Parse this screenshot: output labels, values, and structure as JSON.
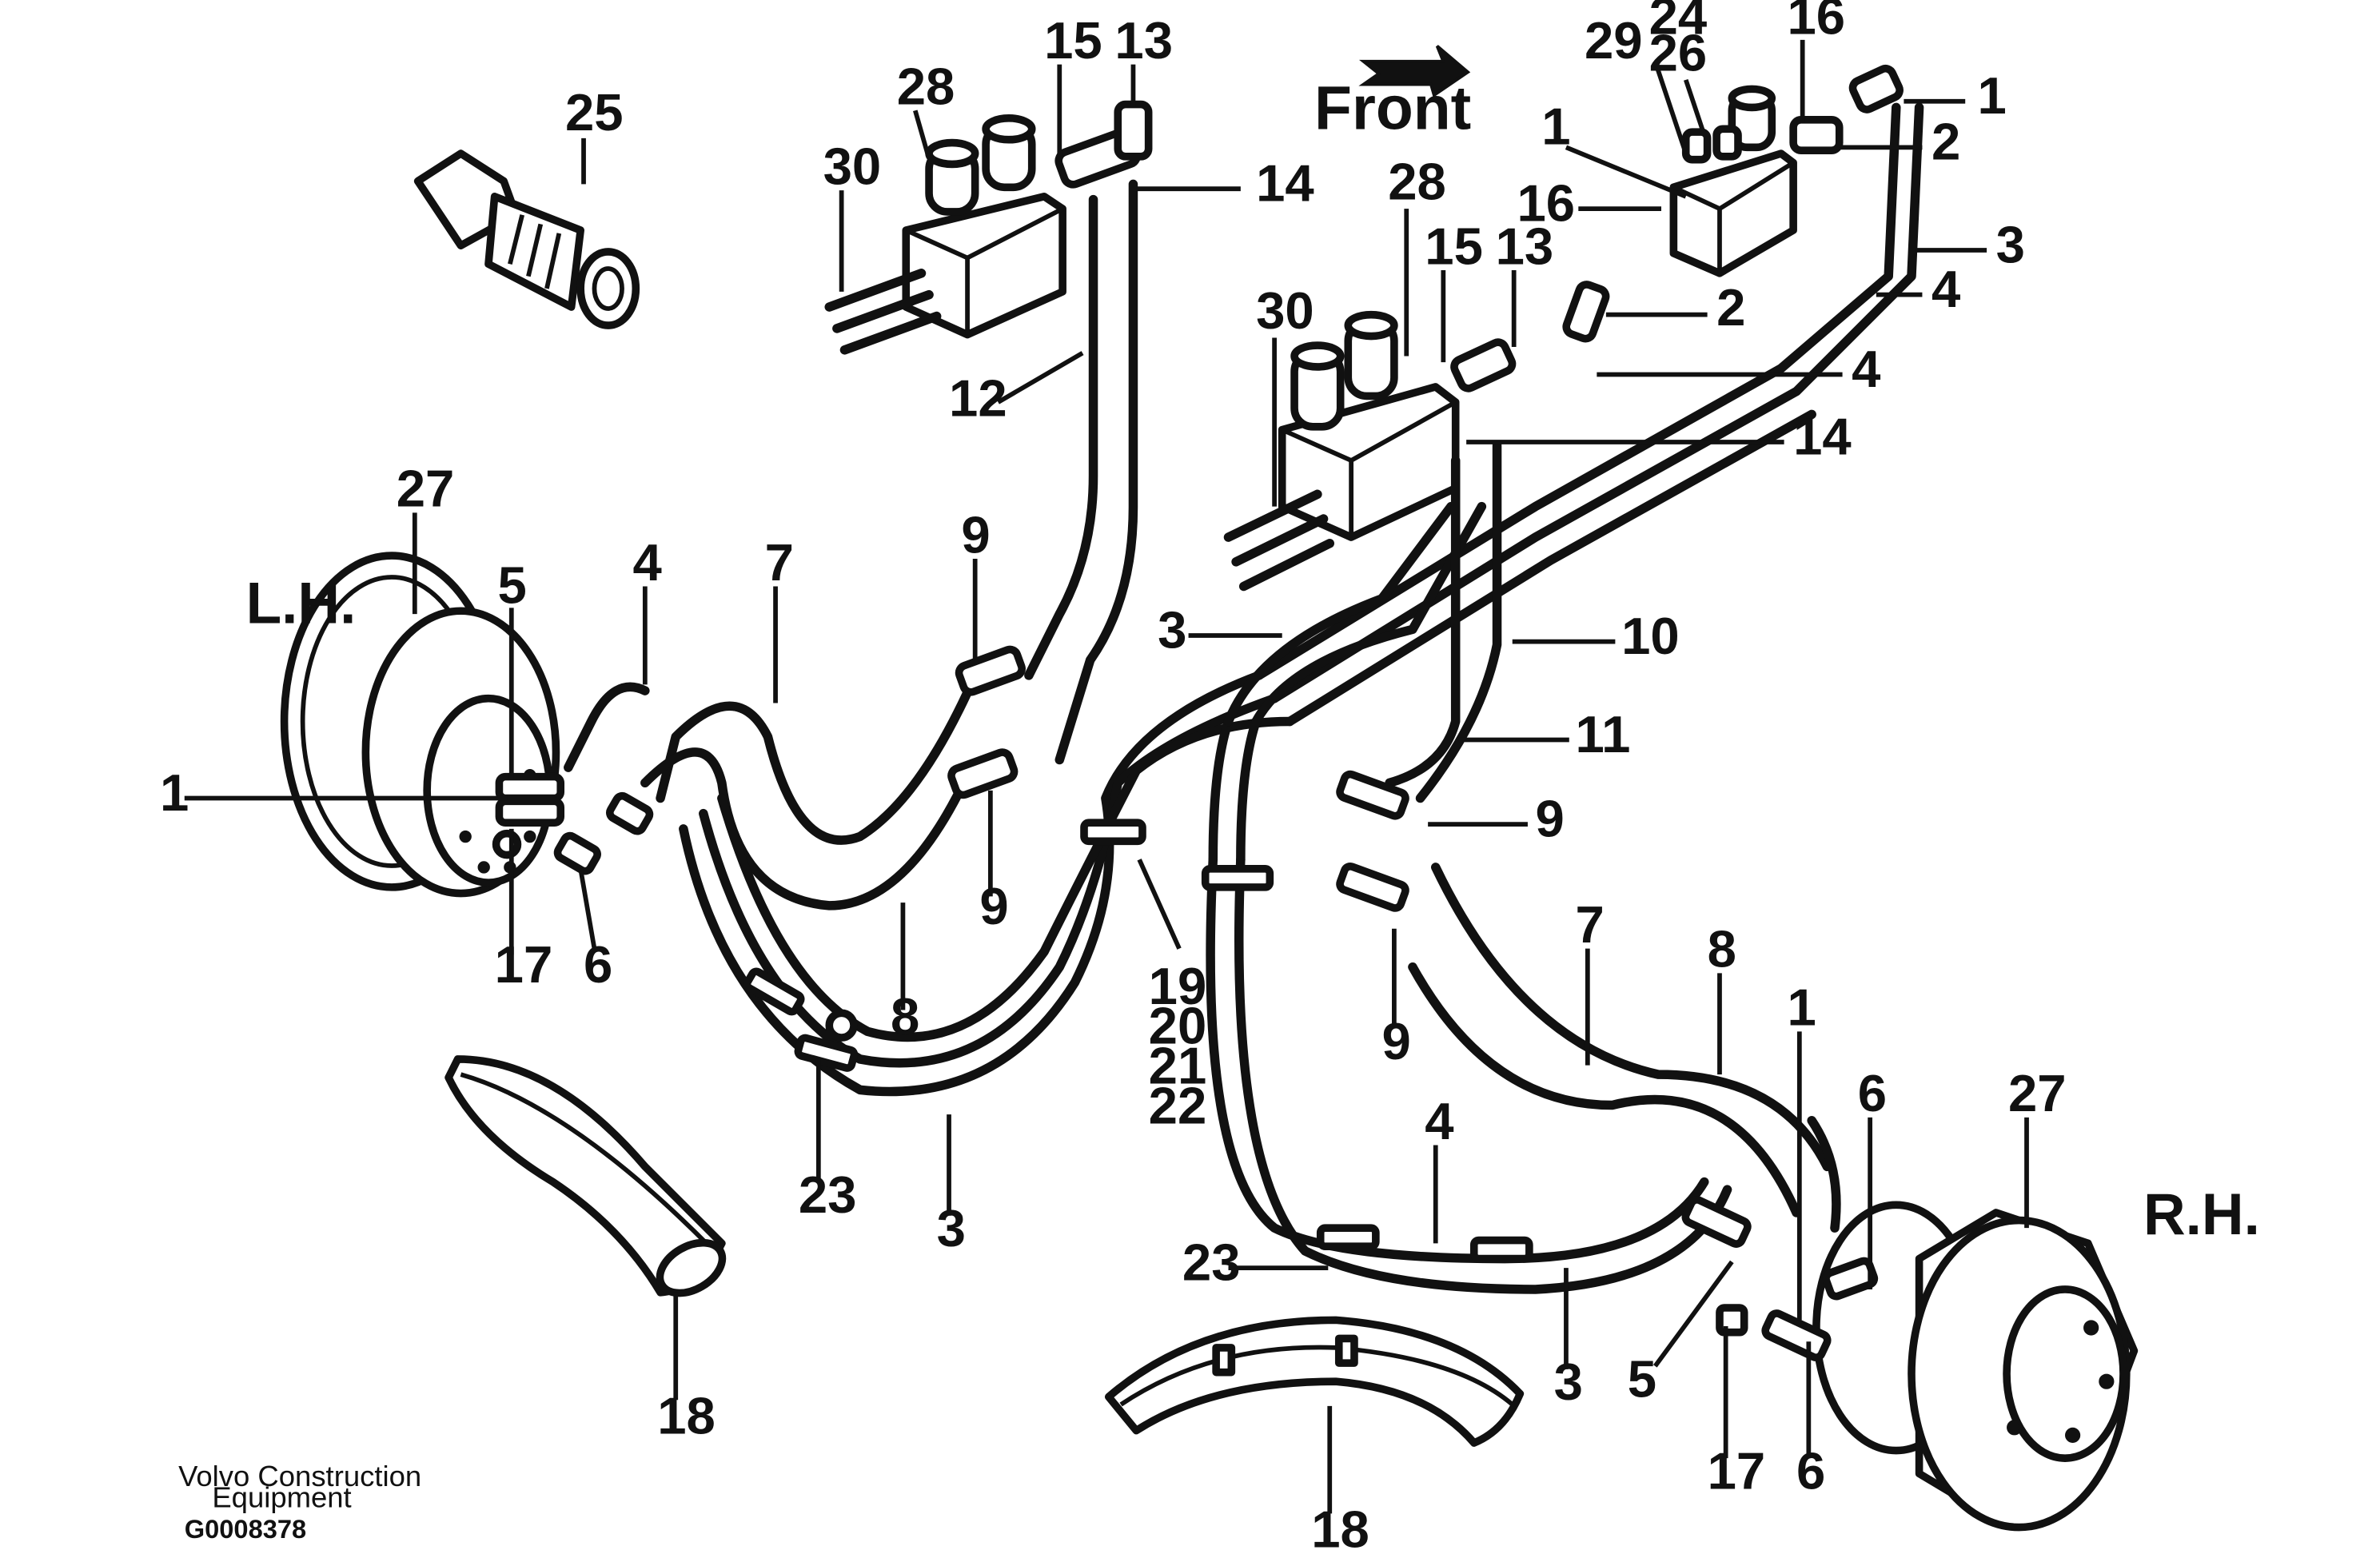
{
  "diagram": {
    "direction_label": "Front",
    "side_labels": {
      "left": "L.H.",
      "right": "R.H."
    },
    "callouts": {
      "c25": "25",
      "c28a": "28",
      "c15a": "15",
      "c13a": "13",
      "c30a": "30",
      "c14a": "14",
      "c12": "12",
      "c29": "29",
      "c24": "24",
      "c26": "26",
      "c16a": "16",
      "c1a": "1",
      "c2a": "2",
      "c3a": "3",
      "c1b": "1",
      "c16b": "16",
      "c4a": "4",
      "c28b": "28",
      "c15b": "15",
      "c13b": "13",
      "c30b": "30",
      "c2b": "2",
      "c4b": "4",
      "c14b": "14",
      "c27a": "27",
      "c5a": "5",
      "c4c": "4",
      "c7a": "7",
      "c9a": "9",
      "c3b": "3",
      "c10": "10",
      "c11": "11",
      "c9b": "9",
      "c1c": "1",
      "c17a": "17",
      "c6a": "6",
      "c8a": "8",
      "c9c": "9",
      "c19": "19",
      "c20": "20",
      "c21": "21",
      "c22": "22",
      "c7b": "7",
      "c8b": "8",
      "c9d": "9",
      "c1d": "1",
      "c6b": "6",
      "c27b": "27",
      "c23a": "23",
      "c3c": "3",
      "c4d": "4",
      "c23b": "23",
      "c3d": "3",
      "c5b": "5",
      "c17b": "17",
      "c6c": "6",
      "c18a": "18",
      "c18b": "18"
    }
  },
  "footer": {
    "maker_line1": "Volvo Construction",
    "maker_line2": "Equipment",
    "figure_id": "G0008378"
  }
}
